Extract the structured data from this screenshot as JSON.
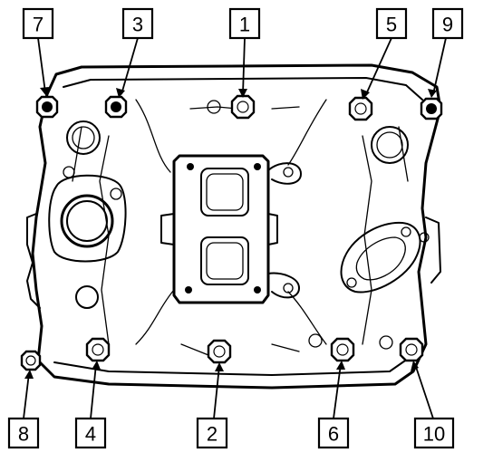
{
  "diagram": {
    "subject": "intake-manifold-bolt-tightening-sequence",
    "callouts": [
      {
        "id": "c1",
        "label": "1"
      },
      {
        "id": "c2",
        "label": "2"
      },
      {
        "id": "c3",
        "label": "3"
      },
      {
        "id": "c4",
        "label": "4"
      },
      {
        "id": "c5",
        "label": "5"
      },
      {
        "id": "c6",
        "label": "6"
      },
      {
        "id": "c7",
        "label": "7"
      },
      {
        "id": "c8",
        "label": "8"
      },
      {
        "id": "c9",
        "label": "9"
      },
      {
        "id": "c10",
        "label": "10"
      }
    ]
  }
}
